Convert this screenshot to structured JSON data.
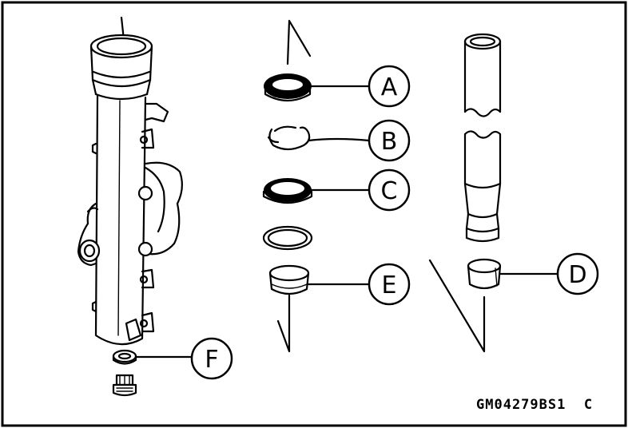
{
  "diagram": {
    "callouts": [
      {
        "id": "A",
        "label": "A"
      },
      {
        "id": "B",
        "label": "B"
      },
      {
        "id": "C",
        "label": "C"
      },
      {
        "id": "D",
        "label": "D"
      },
      {
        "id": "E",
        "label": "E"
      },
      {
        "id": "F",
        "label": "F"
      }
    ],
    "drawing_code": "GM04279BS1  C"
  }
}
